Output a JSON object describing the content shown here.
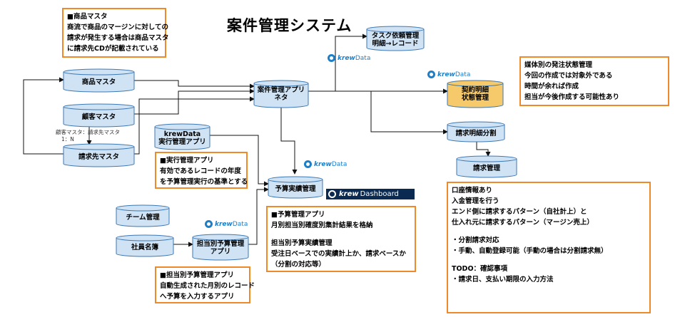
{
  "title": "案件管理システム",
  "nodes": {
    "shohin": "商品マスタ",
    "kokyaku": "顧客マスタ",
    "seikyusaki": "請求先マスタ",
    "anken": "案件管理アプリ\nネタ",
    "task": "タスク依頼管理\n明細→レコード",
    "keiyaku": "契約明細\n状態管理",
    "seikyu_bunkatsu": "請求明細分割",
    "seikyu_kanri": "請求管理",
    "krewdata_app": "krewData\n実行管理アプリ",
    "yosan": "予算実績管理",
    "team": "チーム管理",
    "shain": "社員名簿",
    "tantou_yosan": "担当別予算管理\nアプリ"
  },
  "relation_label": [
    "顧客マスタ：請求先マスタ",
    "1：N"
  ],
  "brand": {
    "krew": "krew",
    "data": "Data",
    "dashboard_krew": "krew",
    "dashboard": "Dashboard"
  },
  "notes": {
    "shohin_master": [
      "■商品マスタ",
      "商流で商品のマージンに対しての",
      "請求が発生する場合は商品マスタ",
      "に請求先CDが記載されている"
    ],
    "baitai": [
      "媒体別の発注状態管理",
      "今回の作成では対象外である",
      "時間が余れば作成",
      "担当が今後作成する可能性あり"
    ],
    "jikko": [
      "■実行管理アプリ",
      "有効であるレコードの年度",
      "を予算管理実行の基準とする"
    ],
    "yosan_app": [
      "■予算管理アプリ",
      "月別担当別確度別集計結果を格納",
      "",
      "担当別予算実績管理",
      "受注日ベースでの実績計上か、請求ベースか",
      "（分割の対応等）"
    ],
    "tantou": [
      "■担当別予算管理アプリ",
      "自動生成された月別のレコード",
      "へ予算を入力するアプリ"
    ],
    "koza": [
      "口座情報あり",
      "入金管理を行う",
      "エンド側に請求するパターン（自社計上）と",
      "仕入れ元に請求するパターン（マージン売上）",
      "",
      "・分割請求対応",
      "・手動、自動登録可能（手動の場合は分割請求無）",
      "",
      "TODO：確認事項",
      "・請求日、支払い期限の入力方法"
    ]
  },
  "colors": {
    "node_fill": "#cfe3f5",
    "node_stroke": "#3c78b4",
    "highlight_fill": "#f6c96a",
    "note_border": "#ee8a2a",
    "brand": "#1e7fc9",
    "dashboard_bg": "#0a2a52"
  }
}
